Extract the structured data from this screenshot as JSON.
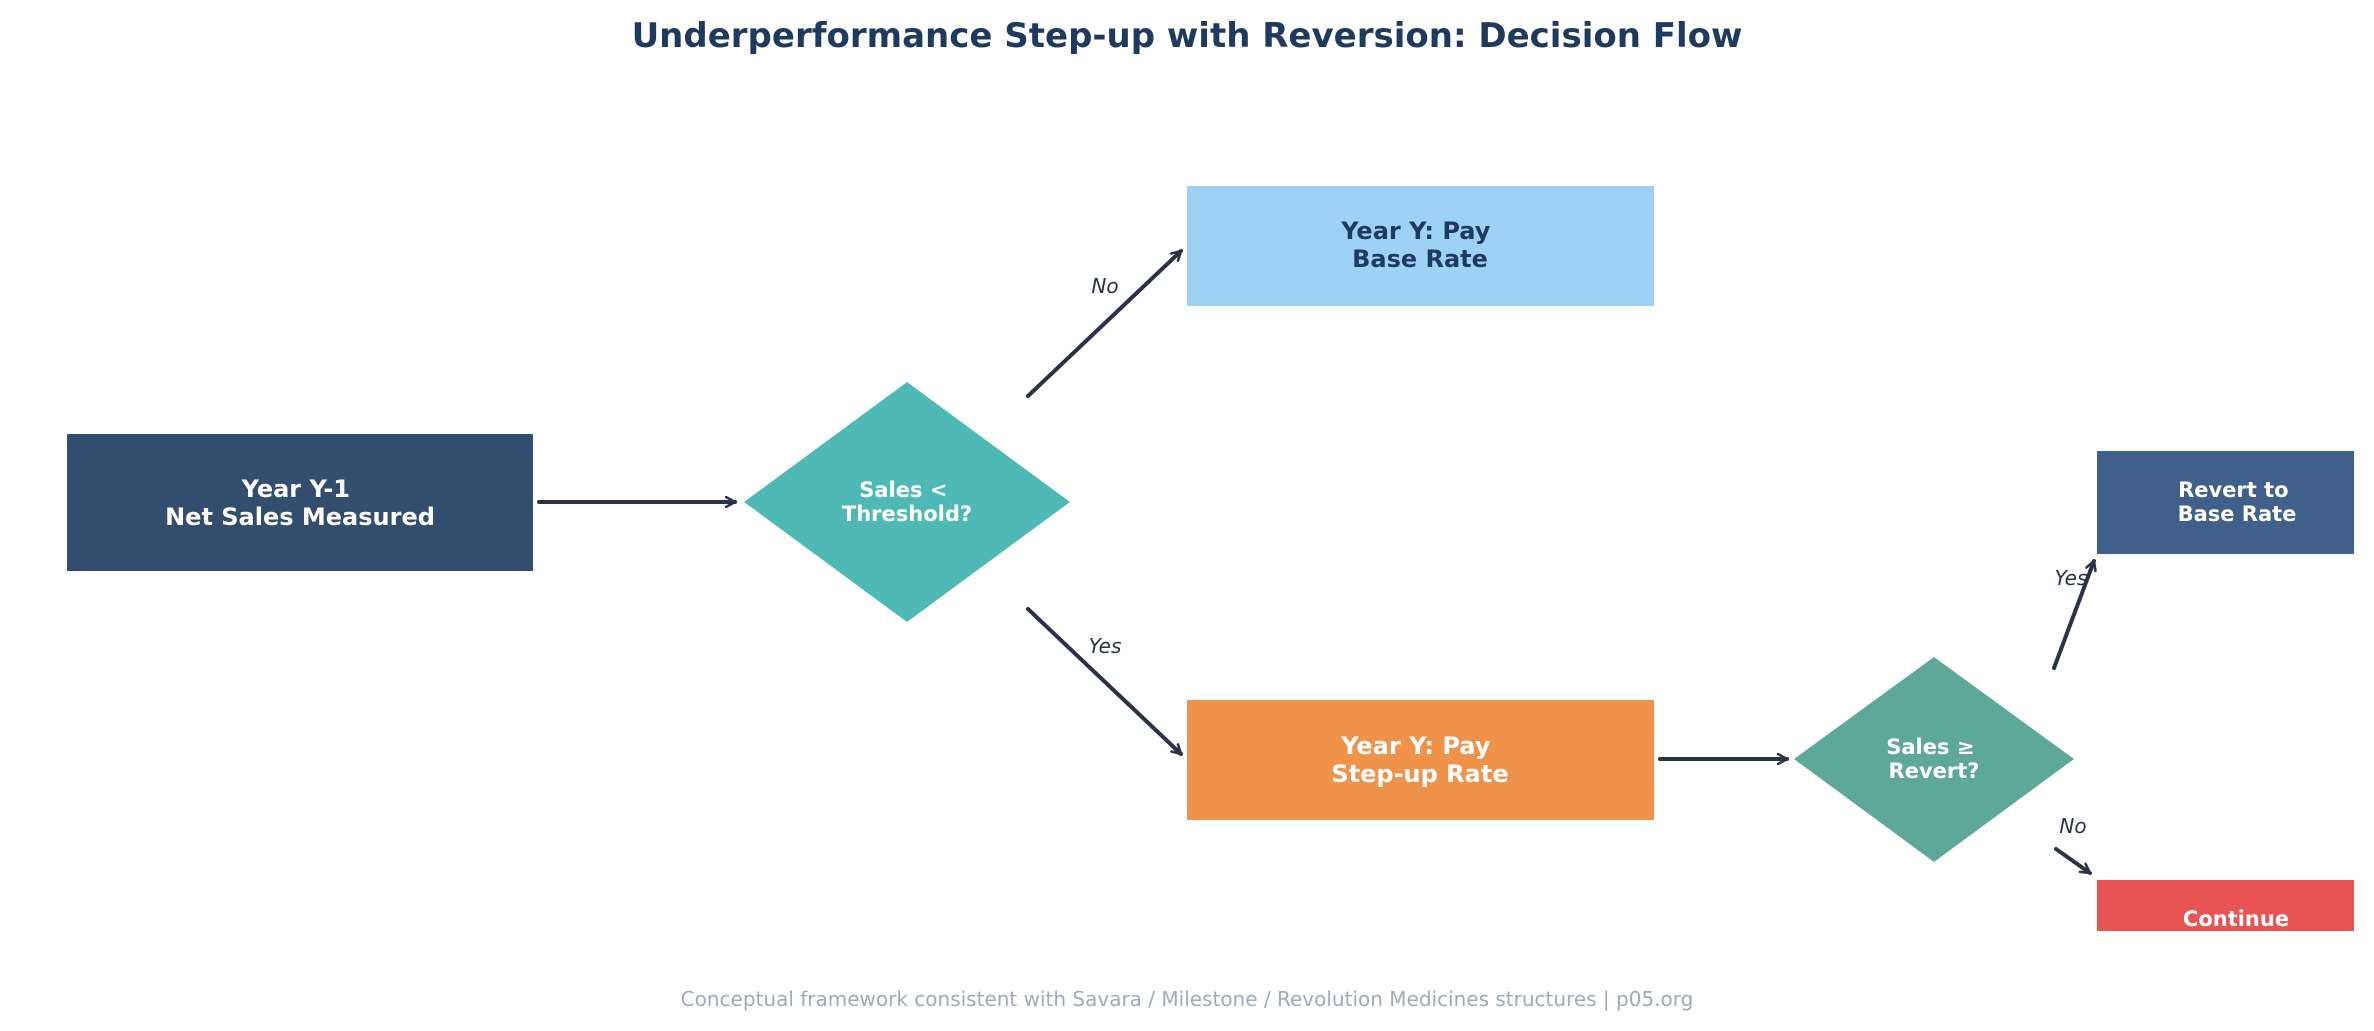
{
  "title": "Underperformance Step-up with Reversion: Decision Flow",
  "footer": "Conceptual framework consistent with Savara / Milestone / Revolution Medicines structures | p05.org",
  "nodes": {
    "start": {
      "line1": "Year Y-1",
      "line2": "Net Sales Measured"
    },
    "threshold": {
      "line1": "Sales <",
      "line2": "Threshold?"
    },
    "base_rate": {
      "line1": "Year Y: Pay",
      "line2": "Base Rate"
    },
    "step_up": {
      "line1": "Year Y: Pay",
      "line2": "Step-up Rate"
    },
    "revert_decision": {
      "line1": "Sales ≥",
      "line2": "Revert?"
    },
    "revert": {
      "line1": "Revert to",
      "line2": "Base Rate"
    },
    "continue": {
      "line1": "Continue"
    }
  },
  "edges": {
    "threshold_no": "No",
    "threshold_yes": "Yes",
    "revert_yes": "Yes",
    "revert_no": "No"
  },
  "colors": {
    "title": "#1e3a5f",
    "arrow": "#2a3247",
    "start": "#324d6e",
    "threshold": "#4fbab5",
    "base_rate": "#9dd2f5",
    "step_up": "#ef934a",
    "revert_decision": "#5ea89a",
    "revert": "#40608c",
    "continue": "#e85353",
    "footer": "#a0aabb"
  }
}
